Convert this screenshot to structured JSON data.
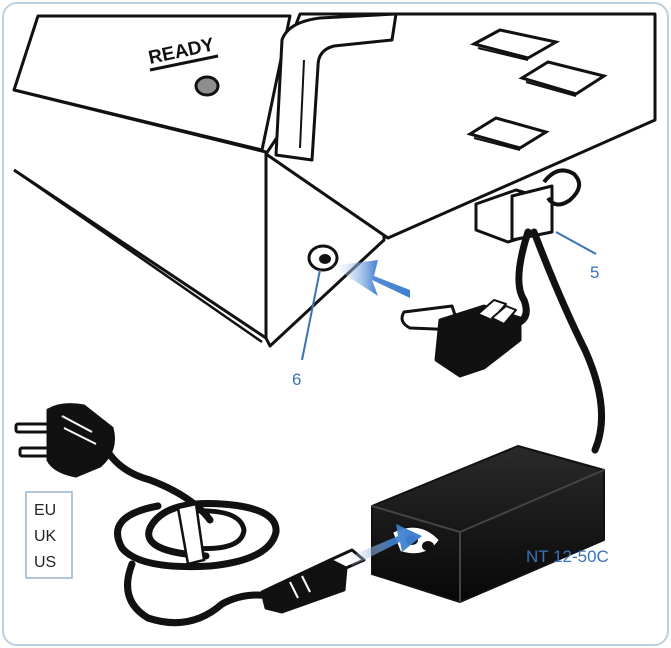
{
  "device": {
    "ready_label": "READY"
  },
  "callouts": {
    "clip_number": "5",
    "socket_number": "6"
  },
  "power_supply": {
    "model_label": "NT 12-50C"
  },
  "plug_regions": [
    "EU",
    "UK",
    "US"
  ],
  "colors": {
    "frame": "#bcd0e0",
    "accent_blue": "#3a73b6",
    "arrow_blue": "#3f7fd0",
    "ink": "#111111",
    "led_grey": "#8e8e8e"
  }
}
